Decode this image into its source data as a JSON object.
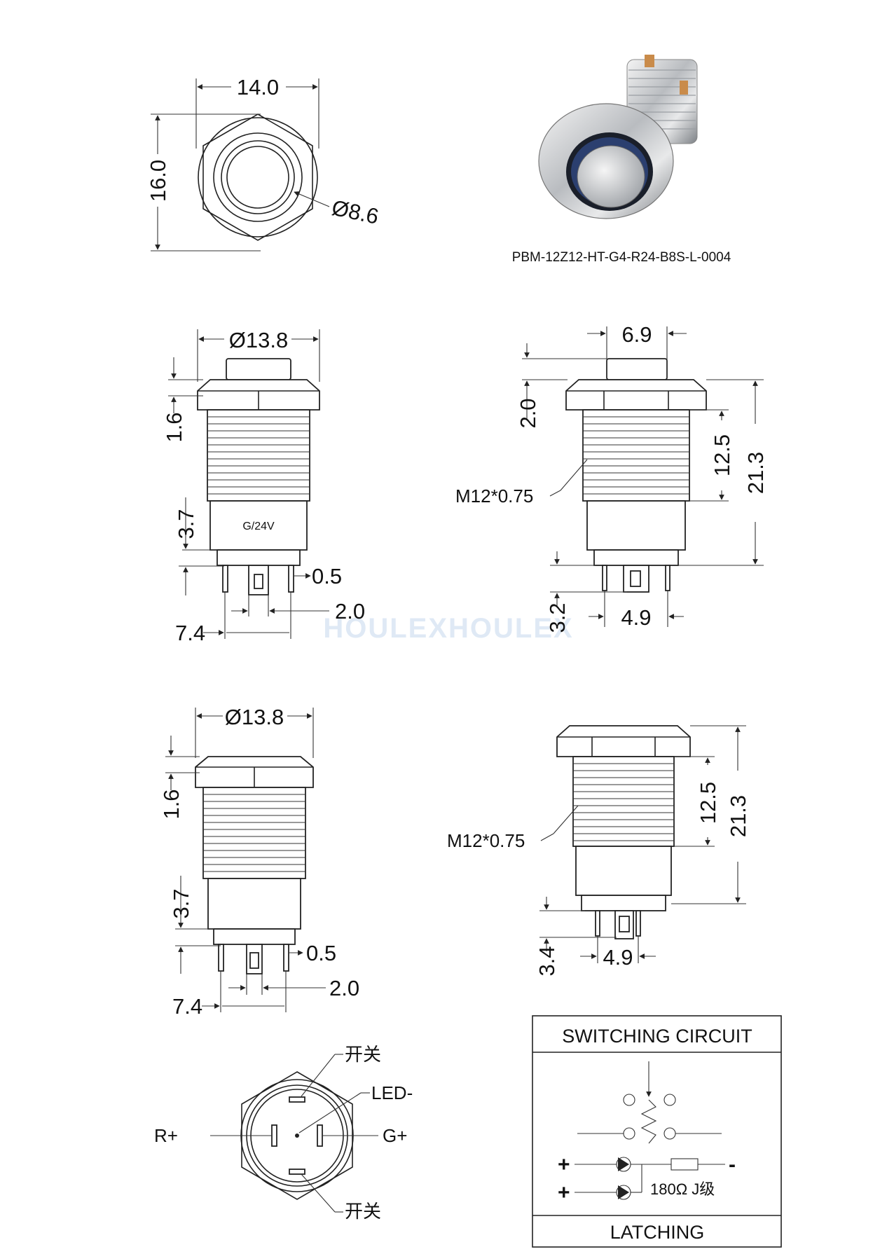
{
  "product": {
    "part_number": "PBM-12Z12-HT-G4-R24-B8S-L-0004"
  },
  "watermark": "HOULEXHOULEX",
  "top_view": {
    "width": "14.0",
    "height": "16.0",
    "ring_diameter": "Ø8.6"
  },
  "side_view_1": {
    "diameter": "Ø13.8",
    "head_height": "1.6",
    "body_bottom": "3.7",
    "label_on_body": "G/24V",
    "pin_thickness": "0.5",
    "pin_spacing": "2.0",
    "pin_span": "7.4"
  },
  "side_view_2": {
    "plunger_width": "6.9",
    "plunger_height": "2.0",
    "thread_spec": "M12*0.75",
    "thread_length": "12.5",
    "total_length": "21.3",
    "pin_length": "3.2",
    "pin_span": "4.9"
  },
  "side_view_3": {
    "diameter": "Ø13.8",
    "head_height": "1.6",
    "body_bottom": "3.7",
    "pin_thickness": "0.5",
    "pin_spacing": "2.0",
    "pin_span": "7.4"
  },
  "side_view_4": {
    "thread_spec": "M12*0.75",
    "thread_length": "12.5",
    "total_length": "21.3",
    "pin_length": "3.4",
    "pin_span": "4.9"
  },
  "pinout": {
    "switch_top": "开关",
    "led_minus": "LED-",
    "r_plus": "R+",
    "g_plus": "G+",
    "switch_bottom": "开关"
  },
  "circuit": {
    "title": "SWITCHING CIRCUIT",
    "plus_1": "+",
    "plus_2": "+",
    "minus": "-",
    "resistor": "180Ω J级",
    "mode": "LATCHING"
  }
}
